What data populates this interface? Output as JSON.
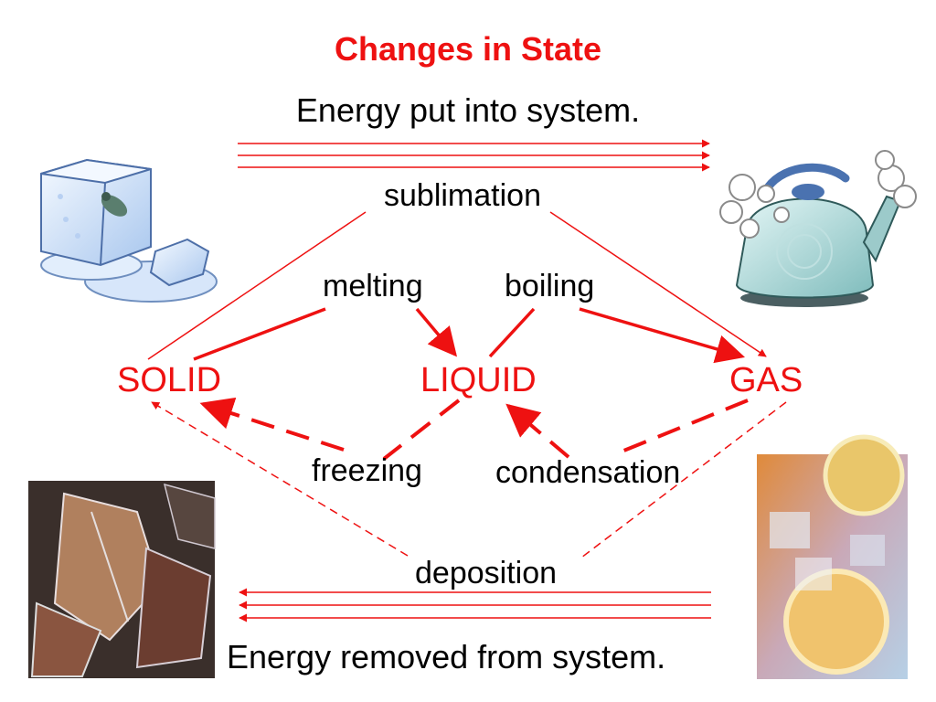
{
  "title": "Changes in State",
  "energy_in_label": "Energy put into system.",
  "energy_out_label": "Energy removed from system.",
  "states": {
    "solid": "SOLID",
    "liquid": "LIQUID",
    "gas": "GAS"
  },
  "processes": {
    "sublimation": "sublimation",
    "melting": "melting",
    "boiling": "boiling",
    "freezing": "freezing",
    "condensation": "condensation",
    "deposition": "deposition"
  },
  "colors": {
    "title": "#ee1111",
    "arrow": "#ee1111",
    "state_text": "#ee1111",
    "text": "#000000"
  },
  "images": {
    "top_left": "ice-cube-clipart",
    "top_right": "steaming-kettle-clipart",
    "bottom_left": "frosted-leaves-photo",
    "bottom_right": "iced-lemonade-glass-photo"
  }
}
